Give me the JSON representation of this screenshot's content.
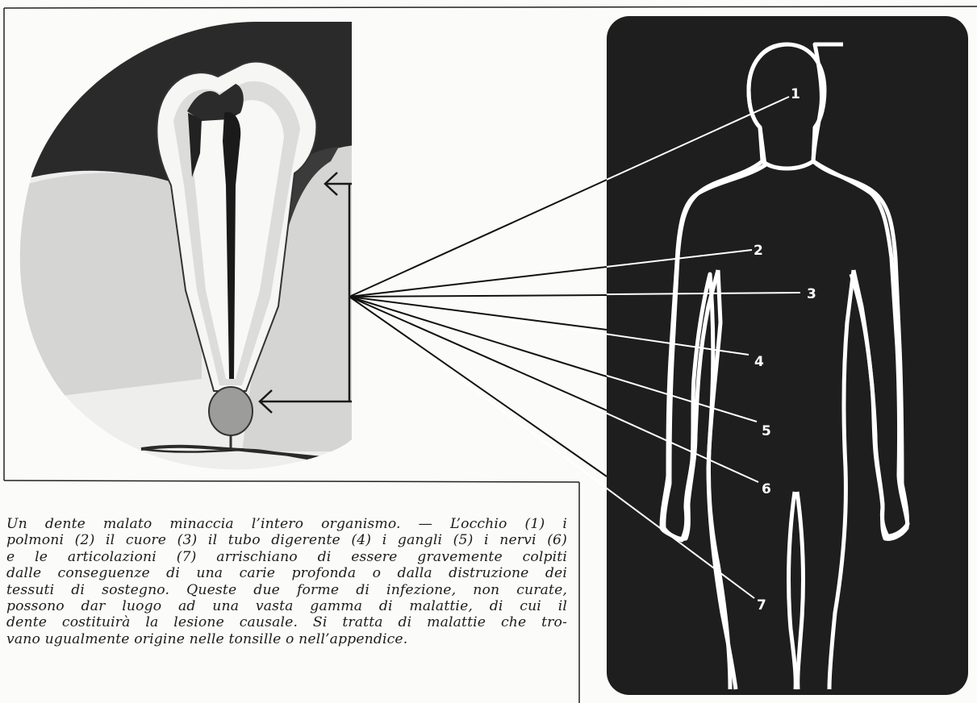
{
  "diagram": {
    "labels": [
      "1",
      "2",
      "3",
      "4",
      "5",
      "6",
      "7"
    ],
    "caption_lines": [
      "Un dente malato minaccia l’intero organismo. — L’occhio (1) i",
      "polmoni (2) il cuore (3) il tubo digerente (4) i gangli (5) i nervi (6)",
      "e le articolazioni (7) arrischiano di essere gravemente colpiti",
      "dalle conseguenze di una carie profonda o dalla distruzione dei",
      "tessuti di sostegno. Queste due forme di infezione, non curate,",
      "possono dar luogo ad una vasta gamma di malattie, di cui il",
      "dente costituirà la lesione causale. Si tratta di malattie che tro-",
      "vano ugualmente origine nelle tonsille o nell’appendice."
    ]
  },
  "colors": {
    "panel": "#1e1e1e",
    "gum": "#d6d6d4",
    "tooth": "#f4f4f2",
    "dark_tissue": "#3a3a3a"
  }
}
